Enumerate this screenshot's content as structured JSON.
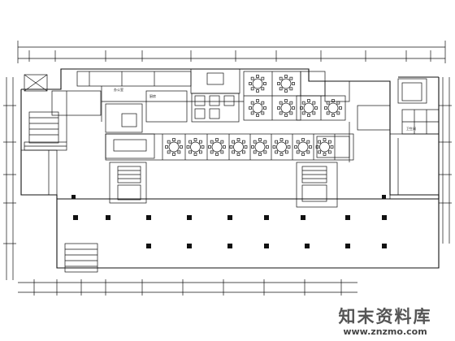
{
  "drawing": {
    "type": "architectural floor plan",
    "rooms": {
      "dining_table_count_center_row": 8,
      "dining_table_count_top_right": 6
    },
    "labels": {
      "room_1": "办公室",
      "room_2": "卫生间",
      "room_3": "厨房"
    }
  },
  "watermark": {
    "brand": "知末资料库",
    "url": "www.znzmo.com"
  },
  "colors": {
    "line": "#111111",
    "watermark": "#555555"
  }
}
